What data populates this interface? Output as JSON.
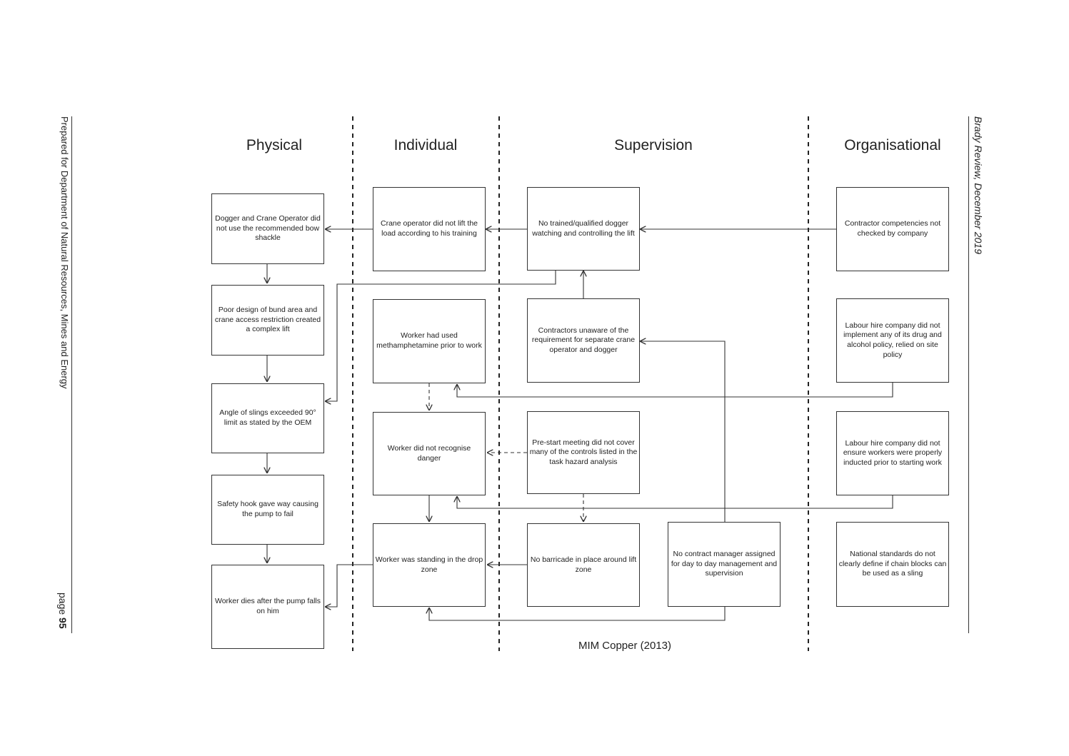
{
  "margin_left": {
    "prepared_for": "Prepared for Department of Natural Resources, Mines and Energy",
    "page_label": "page",
    "page_number": "95"
  },
  "margin_right": {
    "header": "Brady Review, December 2019"
  },
  "columns": {
    "physical": "Physical",
    "individual": "Individual",
    "supervision": "Supervision",
    "organisational": "Organisational"
  },
  "boxes": {
    "p1": "Dogger and Crane Operator did not use the recommended bow shackle",
    "p2": "Poor design of bund area and crane access restriction created a complex lift",
    "p3": "Angle of slings exceeded 90° limit as stated by the OEM",
    "p4": "Safety hook gave way causing the pump to fail",
    "p5": "Worker dies after the pump falls on him",
    "i1": "Crane operator did not lift the load according to his training",
    "i2": "Worker had used methamphetamine prior to work",
    "i3": "Worker did not recognise danger",
    "i4": "Worker was standing in the drop zone",
    "s1": "No trained/qualified dogger watching and controlling the lift",
    "s2": "Contractors unaware of the requirement for separate crane operator and dogger",
    "s3": "Pre-start meeting did not cover many of the controls listed in the task hazard analysis",
    "s4": "No barricade in place around lift zone",
    "s5": "No contract manager assigned for day to day management and supervision",
    "o1": "Contractor competencies not checked by company",
    "o2": "Labour hire company did not implement any of its drug and alcohol policy, relied on site policy",
    "o3": "Labour hire company did not ensure workers were properly inducted prior to starting work",
    "o4": "National standards do not clearly define if chain blocks can be used as a sling"
  },
  "caption": "MIM Copper (2013)"
}
